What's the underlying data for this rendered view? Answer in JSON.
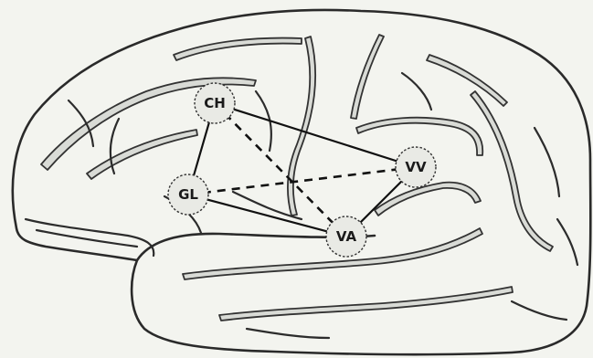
{
  "diagram": {
    "nodes": [
      {
        "id": "CH",
        "label": "CH"
      },
      {
        "id": "GL",
        "label": "GL"
      },
      {
        "id": "VV",
        "label": "VV"
      },
      {
        "id": "VA",
        "label": "VA"
      }
    ],
    "connections": [
      {
        "from": "CH",
        "to": "VV",
        "style": "solid"
      },
      {
        "from": "CH",
        "to": "GL",
        "style": "solid"
      },
      {
        "from": "CH",
        "to": "VA",
        "style": "dashed"
      },
      {
        "from": "GL",
        "to": "VV",
        "style": "dashed"
      },
      {
        "from": "GL",
        "to": "VA",
        "style": "solid"
      },
      {
        "from": "VA",
        "to": "VV",
        "style": "solid"
      }
    ]
  }
}
